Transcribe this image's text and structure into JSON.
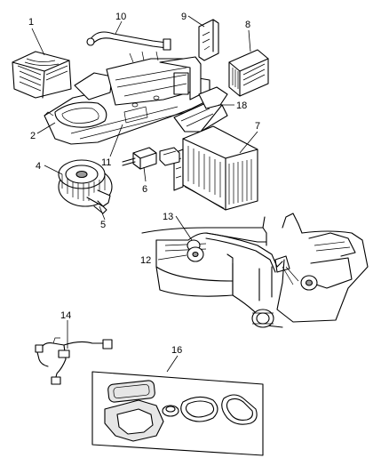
{
  "callouts": [
    "1",
    "2",
    "4",
    "5",
    "6",
    "7",
    "8",
    "9",
    "10",
    "11",
    "12",
    "13",
    "14",
    "16",
    "18"
  ]
}
